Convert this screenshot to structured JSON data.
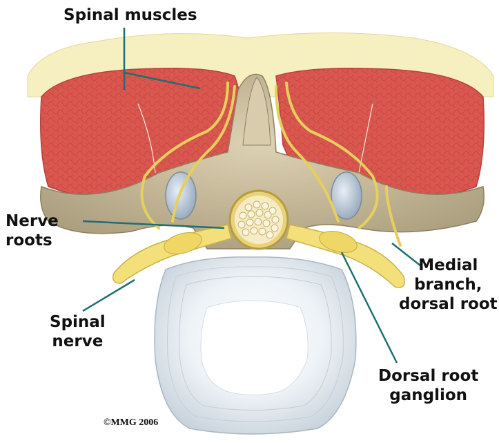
{
  "labels": {
    "spinal_muscles": "Spinal muscles",
    "nerve_roots": [
      "Nerve",
      "roots"
    ],
    "spinal_nerve": [
      "Spinal",
      "nerve"
    ],
    "medial_branch": [
      "Medial",
      "branch,",
      "dorsal root"
    ],
    "dorsal_root_ganglion": [
      "Dorsal root",
      "ganglion"
    ]
  },
  "copyright": "©MMG 2006",
  "colors": {
    "muscle": "#d9544e",
    "muscle_dark": "#b8403c",
    "fat": "#f6efbf",
    "bone": "#c9bc9c",
    "nerve": "#f3e07a",
    "disc": "#e6edf3",
    "leader_line": "#1f6f6f"
  }
}
